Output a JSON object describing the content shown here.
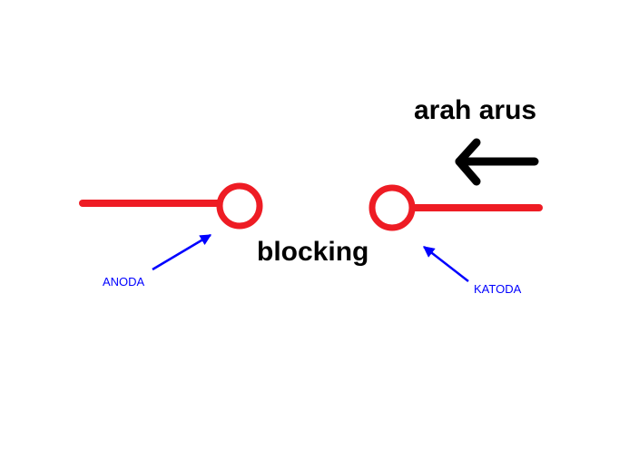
{
  "diagram": {
    "current_direction_label": "arah arus",
    "state_label": "blocking",
    "anode_label": "ANODA",
    "cathode_label": "KATODA"
  },
  "colors": {
    "wire": "#ee1c24",
    "arrow_main": "#000000",
    "pointer": "#0000ff",
    "text": "#000000",
    "label_text": "#0000ff",
    "background": "#ffffff"
  },
  "icons": {
    "current_arrow": "arrow-left-icon",
    "terminal": "circle-terminal-icon"
  }
}
